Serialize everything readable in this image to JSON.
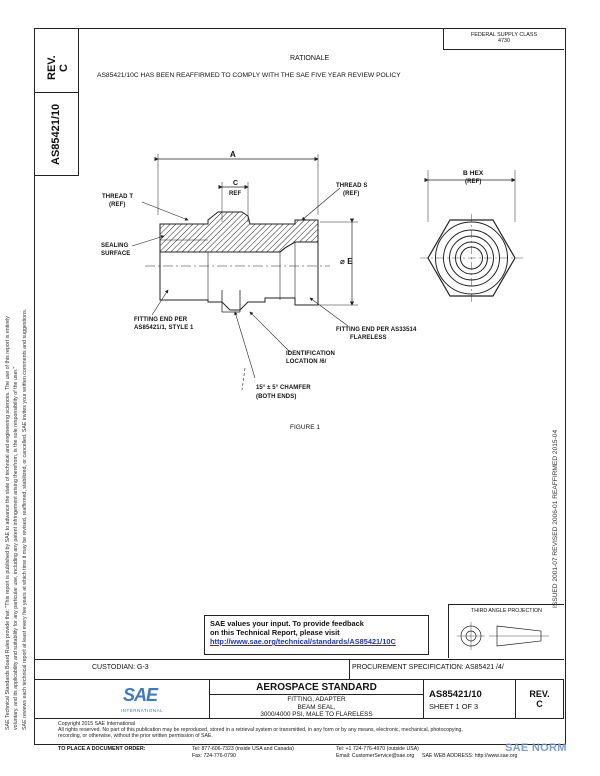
{
  "header": {
    "rev_label": "REV.",
    "rev_value": "C",
    "doc_number": "AS85421/10",
    "fsc_line1": "FEDERAL SUPPLY CLASS",
    "fsc_line2": "4730"
  },
  "rationale": {
    "title": "RATIONALE",
    "text": "AS85421/10C HAS BEEN REAFFIRMED TO COMPLY WITH THE SAE FIVE YEAR REVIEW POLICY"
  },
  "left_notice": {
    "line1": "SAE Technical Standards Board Rules provide that: \"This report is published by SAE to advance the state of technical and engineering sciences. The use of this report is entirely",
    "line2": "voluntary, and its applicability and suitability for any particular use, including any patent infringement arising therefrom, is the sole responsibility of the user.\"",
    "line3": "SAE reviews each technical report at least every five years at which time it may be revised, reaffirmed, stabilized, or cancelled. SAE invites your written comments and suggestions."
  },
  "right_history": "ISSUED 2001-07    REVISED 2006-01    REAFFIRMED 2015-04",
  "figure": {
    "dim_a": "A",
    "dim_c": "C",
    "dim_c_ref": "REF",
    "dim_e": "⌀ E",
    "thread_t": "THREAD T",
    "thread_t_ref": "(REF)",
    "thread_s": "THREAD S",
    "thread_s_ref": "(REF)",
    "sealing1": "SEALING",
    "sealing2": "SURFACE",
    "fit_left1": "FITTING END PER",
    "fit_left2": "AS85421/1, STYLE 1",
    "fit_right1": "FITTING END PER AS33514",
    "fit_right2": "FLARELESS",
    "ident1": "IDENTIFICATION",
    "ident2": "LOCATION /6/",
    "chamfer1": "15° ± 5° CHAMFER",
    "chamfer2": "(BOTH ENDS)",
    "hex_label": "B HEX",
    "hex_ref": "(REF)",
    "caption": "FIGURE 1"
  },
  "feedback": {
    "line1": "SAE values your input. To provide feedback",
    "line2": "on this Technical Report, please visit",
    "url": "http://www.sae.org/technical/standards/AS85421/10C"
  },
  "projection_label": "THIRD ANGLE PROJECTION",
  "custodian": "CUSTODIAN: G-3",
  "procurement": "PROCUREMENT SPECIFICATION: AS85421 /4/",
  "title_block": {
    "standard": "AEROSPACE STANDARD",
    "title1": "FITTING, ADAPTER",
    "title2": "BEAM SEAL,",
    "title3": "3000/4000 PSI, MALE TO FLARELESS",
    "doc_number": "AS85421/10",
    "sheet": "SHEET 1 OF 3",
    "rev_label": "REV.",
    "rev_value": "C",
    "logo": "SAE",
    "logo_sub": "INTERNATIONAL"
  },
  "footer": {
    "copyright": "Copyright 2015 SAE International",
    "rights1": "All rights reserved. No part of this publication may be reproduced, stored in a retrieval system or transmitted, in any form or by any means, electronic, mechanical, photocopying,",
    "rights2": "recording, or otherwise, without the prior written permission of SAE.",
    "order_label": "TO PLACE A DOCUMENT ORDER:",
    "tel1": "Tel: 877-606-7323 (inside USA and Canada)",
    "tel2": "Tel: +1 724-776-4970 (outside USA)",
    "fax": "Fax: 724-776-0790",
    "email": "Email: CustomerService@sae.org",
    "web": "SAE WEB ADDRESS: http://www.sae.org"
  },
  "watermark": "SAE NORM",
  "colors": {
    "link": "#1f35c8",
    "logo": "#3b78c8"
  }
}
